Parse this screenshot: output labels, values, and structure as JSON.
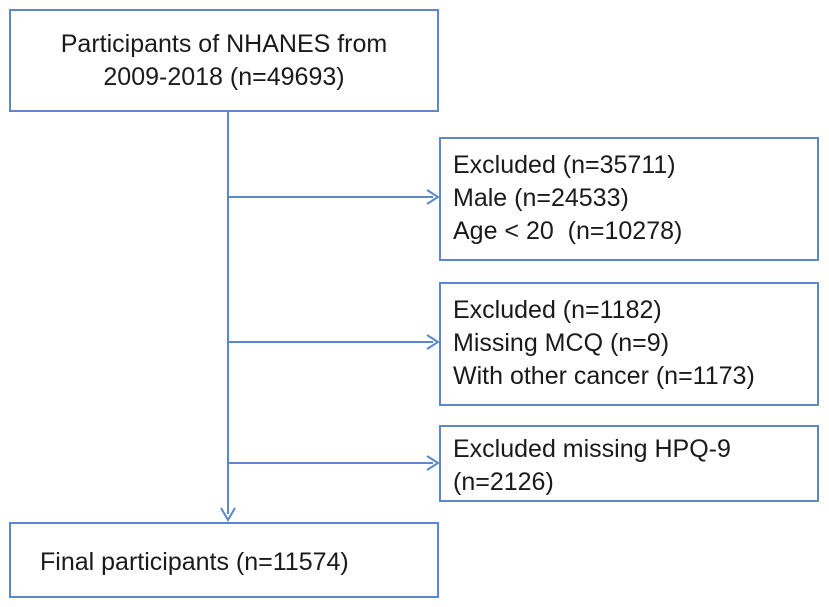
{
  "flowchart": {
    "start": {
      "lines": [
        "Participants of NHANES from",
        "2009-2018 (n=49693)"
      ]
    },
    "exclusions": [
      {
        "lines": [
          "Excluded (n=35711)",
          "Male (n=24533)",
          "Age < 20  (n=10278)"
        ]
      },
      {
        "lines": [
          "Excluded (n=1182)",
          "Missing MCQ (n=9)",
          "With other cancer (n=1173)"
        ]
      },
      {
        "lines": [
          "Excluded missing HPQ-9",
          "(n=2126)"
        ]
      }
    ],
    "final": {
      "lines": [
        "Final participants (n=11574)"
      ]
    }
  },
  "colors": {
    "box_border": "#5b87cc",
    "connector": "#5b87cc",
    "text": "#1a1a1a",
    "background": "#ffffff"
  }
}
